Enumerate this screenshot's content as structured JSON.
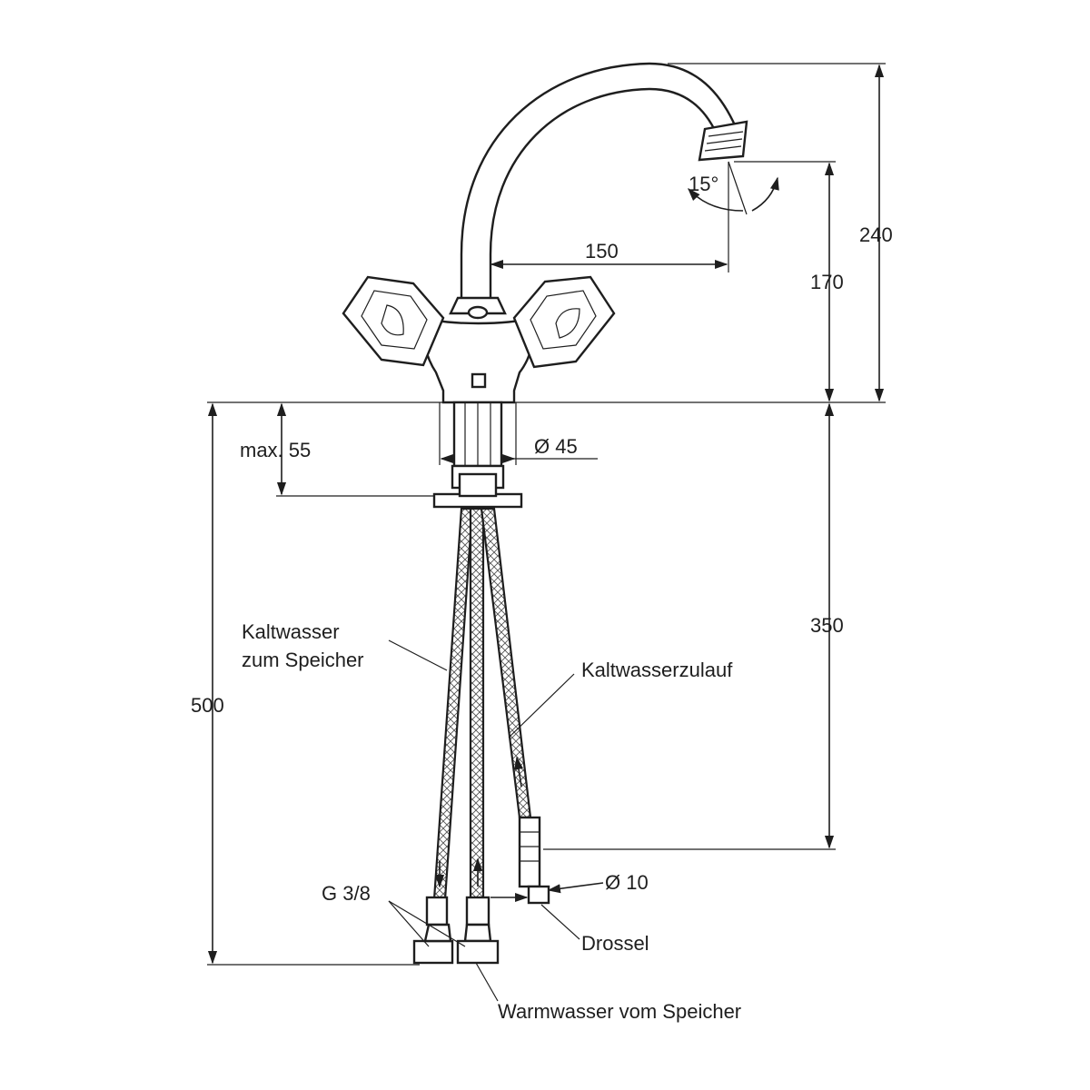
{
  "diagram": {
    "dimensions": {
      "height_total": "240",
      "spout_height": "170",
      "spout_reach": "150",
      "swivel_angle": "15°",
      "max_thickness": "max. 55",
      "hole_diameter": "Ø 45",
      "hose_length_total": "500",
      "hose_length_short": "350",
      "pipe_diameter": "Ø 10"
    },
    "labels": {
      "cold_to_storage_line1": "Kaltwasser",
      "cold_to_storage_line2": "zum Speicher",
      "cold_inlet": "Kaltwasserzulauf",
      "thread": "G 3/8",
      "restrictor": "Drossel",
      "warm_from_storage": "Warmwasser vom Speicher"
    }
  }
}
